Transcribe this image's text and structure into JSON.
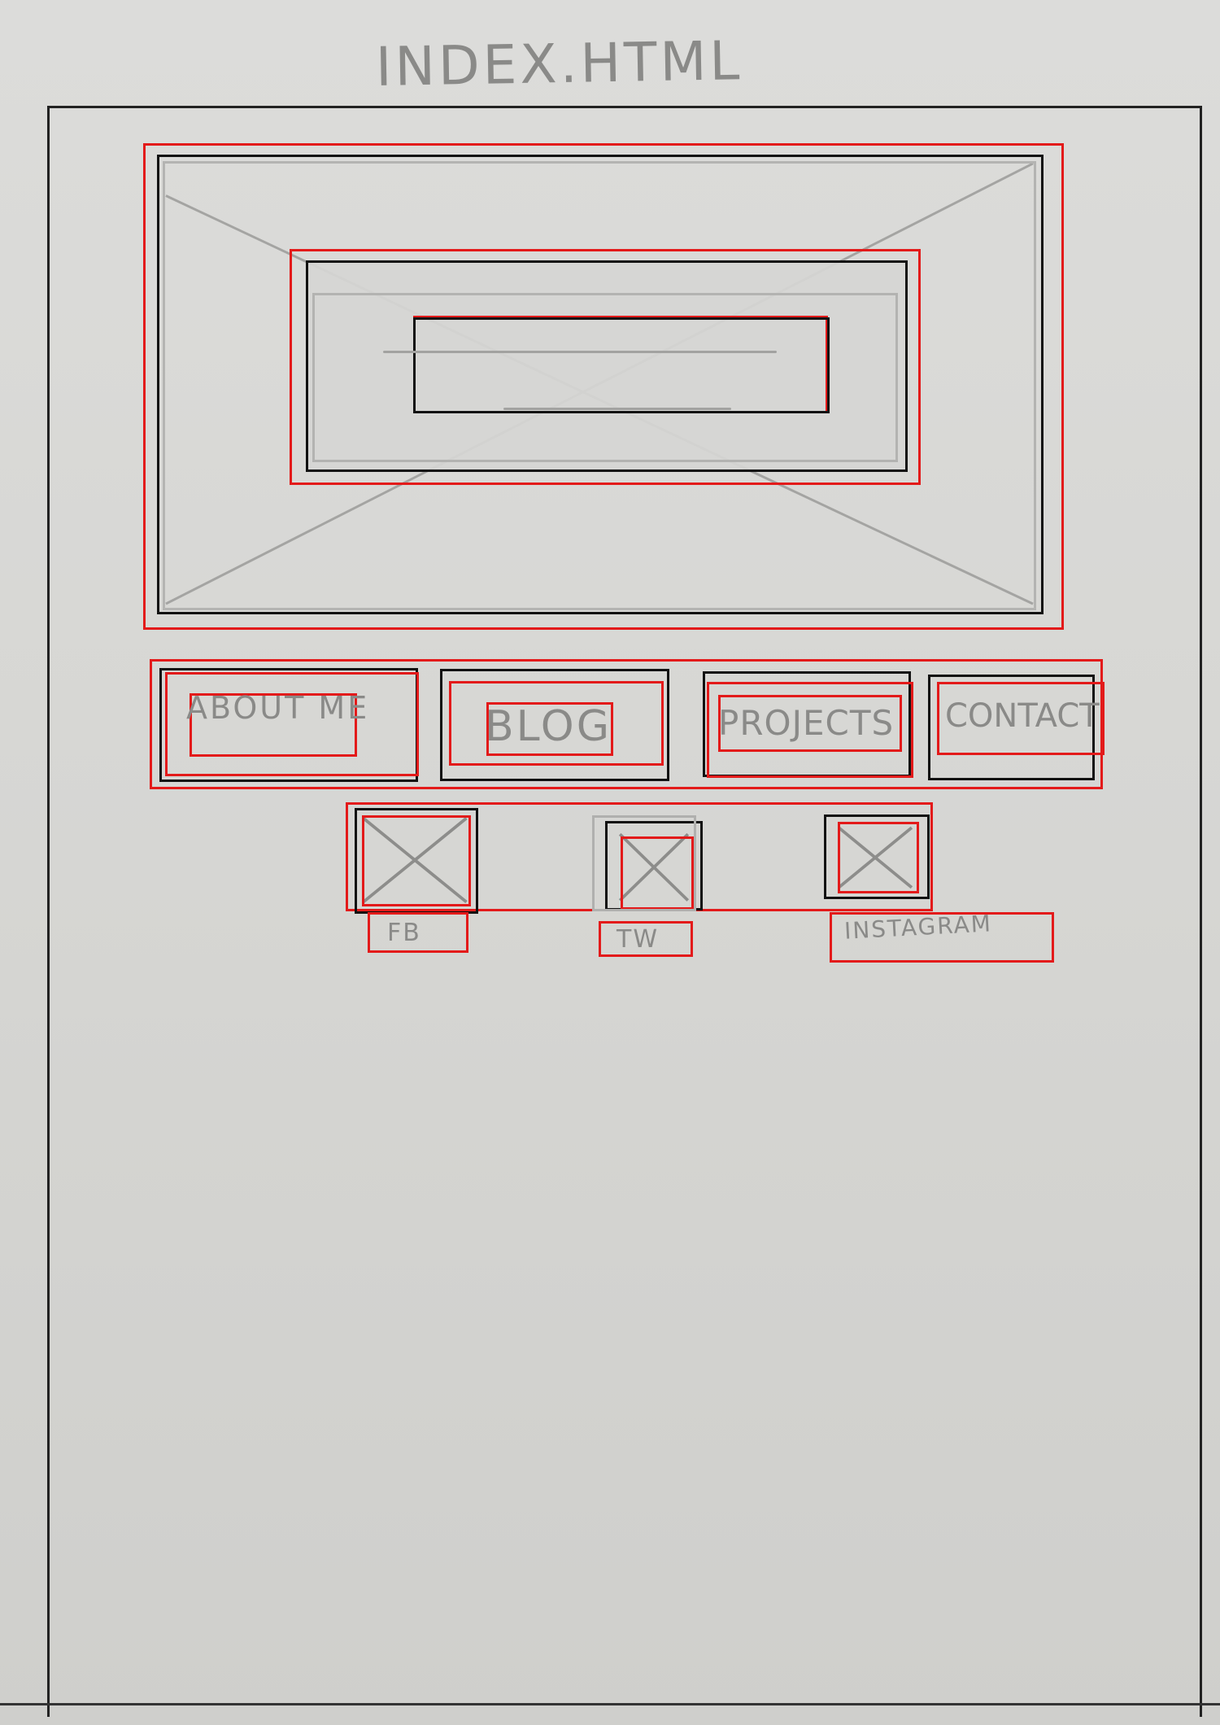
{
  "page": {
    "title": "INDEX.HTML"
  },
  "nav": {
    "items": [
      {
        "label": "ABOUT ME"
      },
      {
        "label": "BLOG"
      },
      {
        "label": "PROJECTS"
      },
      {
        "label": "CONTACT"
      }
    ]
  },
  "social": {
    "items": [
      {
        "label": "FB",
        "icon": "image-placeholder-icon"
      },
      {
        "label": "TW",
        "icon": "image-placeholder-icon"
      },
      {
        "label": "INSTAGRAM",
        "icon": "image-placeholder-icon"
      }
    ]
  },
  "colors": {
    "annotation": "#e31a1a",
    "outline": "#111111",
    "pencil": "#8a8a88",
    "paper": "#d6d6d4"
  }
}
